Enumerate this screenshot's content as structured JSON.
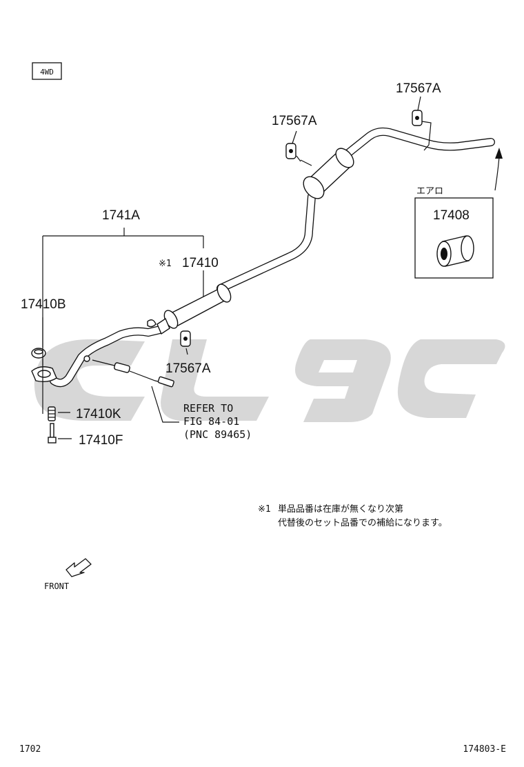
{
  "badge": "4WD",
  "parts": {
    "p1741a": "1741A",
    "p17410": "17410",
    "mark1": "※1",
    "p17410b": "17410B",
    "p17567a_top": "17567A",
    "p17567a_mid": "17567A",
    "p17567a_low": "17567A",
    "p17410k": "17410K",
    "p17410f": "17410F",
    "p17408": "17408"
  },
  "inset_label": "エアロ",
  "refer": {
    "line1": "REFER TO",
    "line2": "FIG 84-01",
    "line3": "(PNC 89465)"
  },
  "note": {
    "mark": "※1",
    "line1": "単品品番は在庫が無くなり次第",
    "line2": "代替後のセット品番での補給になります。"
  },
  "front_label": "FRONT",
  "footer": {
    "page": "1702",
    "code": "174803-E"
  },
  "icons": [
    "front-arrow-icon",
    "direction-arrow-icon"
  ]
}
